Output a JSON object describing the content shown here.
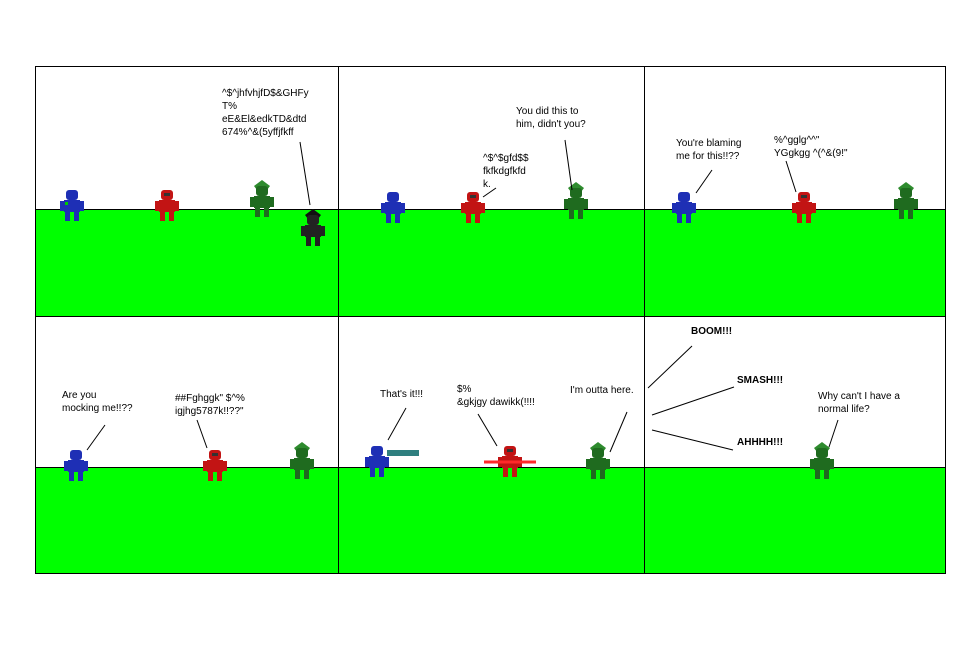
{
  "colors": {
    "grass": "#00ff00",
    "border": "#000000",
    "blue_robot": "#1e2fb5",
    "red_robot": "#c21414",
    "green_robot": "#1f6b1f",
    "black_robot": "#222222"
  },
  "panels": [
    {
      "bubbles": [
        {
          "text": "^$^jhfvhjfD$&GHFy\nT%\neE&El&edkTD&dtd\n674%^&(5yffjfkff"
        }
      ]
    },
    {
      "bubbles": [
        {
          "text": "^$^$gfd$$\nfkfkdgfkfd\nk."
        },
        {
          "text": "You did this to\nhim, didn't you?"
        }
      ]
    },
    {
      "bubbles": [
        {
          "text": "You're blaming\nme for this!!??"
        },
        {
          "text": "%^gglg^^\"\nYGgkgg ^(^&(9!\""
        }
      ]
    },
    {
      "bubbles": [
        {
          "text": "Are you\nmocking me!!??"
        },
        {
          "text": "##Fghggk\" $^%\nigjhg5787k!!??\""
        }
      ]
    },
    {
      "bubbles": [
        {
          "text": "That's it!!!"
        },
        {
          "text": "$%\n&gkjgy dawikk(!!!!"
        },
        {
          "text": "I'm outta here."
        }
      ]
    },
    {
      "bubbles": [
        {
          "text": "BOOM!!!"
        },
        {
          "text": "SMASH!!!"
        },
        {
          "text": "AHHHH!!!"
        },
        {
          "text": "Why can't I have a\nnormal life?"
        }
      ]
    }
  ]
}
